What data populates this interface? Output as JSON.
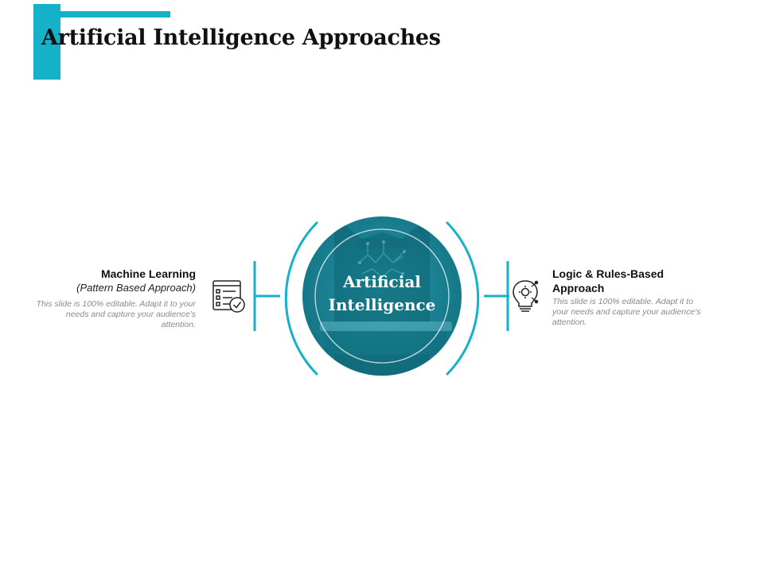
{
  "title": "Artificial Intelligence Approaches",
  "center": {
    "line1": "Artificial",
    "line2": "Intelligence"
  },
  "left": {
    "heading": "Machine Learning",
    "subheading": "(Pattern Based Approach)",
    "description": "This slide is 100% editable. Adapt it to your needs and capture your audience's attention.",
    "icon": "checklist-icon"
  },
  "right": {
    "heading": "Logic & Rules-Based Approach",
    "description": "This slide is 100% editable. Adapt it to your needs and capture your audience's attention.",
    "icon": "lightbulb-circuit-icon"
  },
  "colors": {
    "accent": "#14b1c9",
    "circle": "#1a8496",
    "circle_dark": "#0f6f80"
  }
}
